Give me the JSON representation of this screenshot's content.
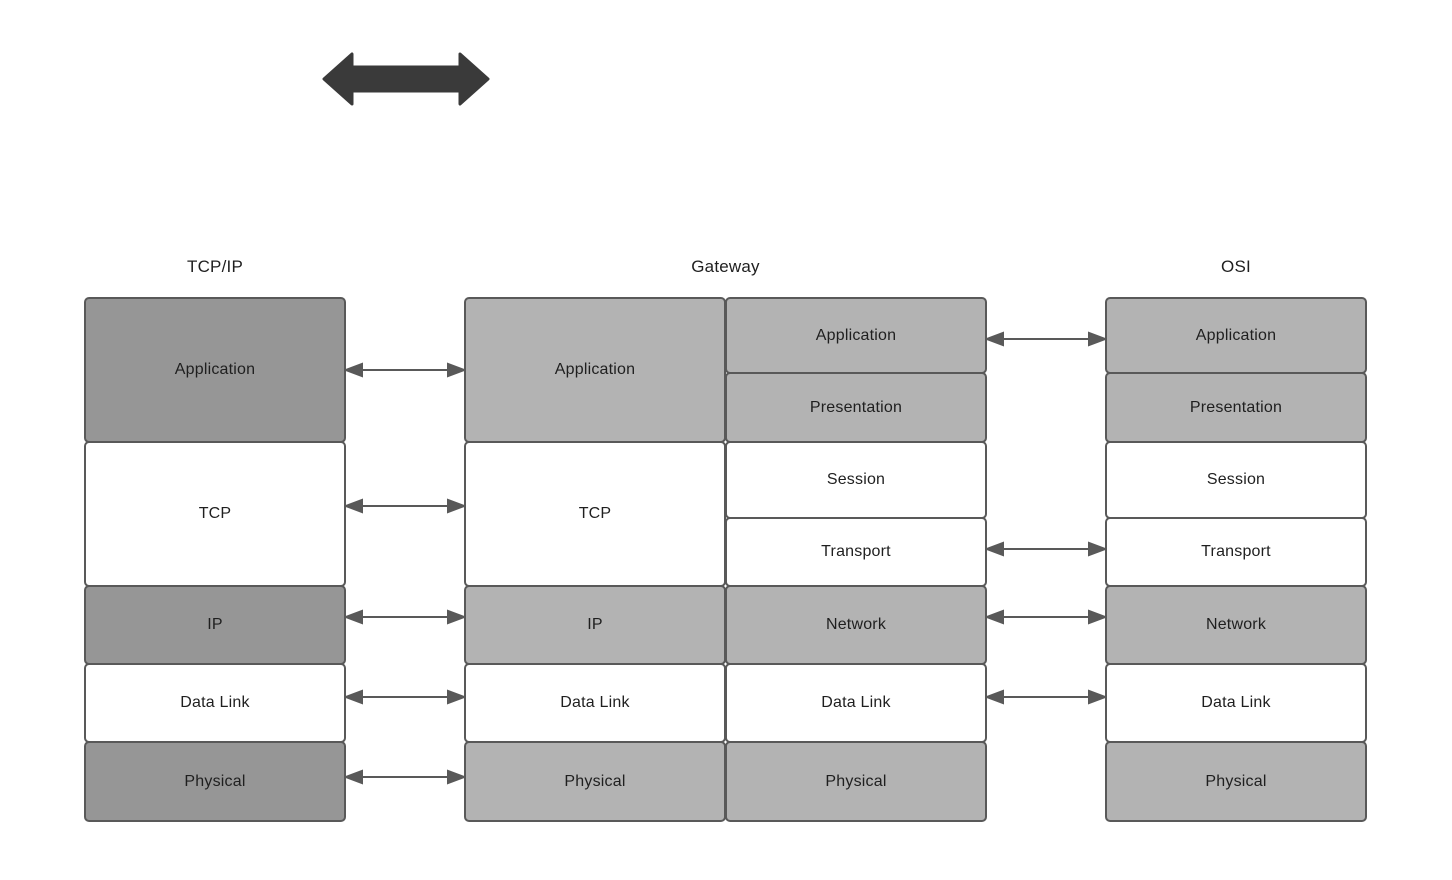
{
  "diagram": {
    "title_top_arrow": "bidirectional-arrow",
    "columns": [
      {
        "id": "tcpip",
        "heading": "TCP/IP",
        "layers": [
          {
            "label": "Application",
            "fill": "#969696"
          },
          {
            "label": "TCP",
            "fill": "#ffffff"
          },
          {
            "label": "IP",
            "fill": "#969696"
          },
          {
            "label": "Data Link",
            "fill": "#ffffff"
          },
          {
            "label": "Physical",
            "fill": "#969696"
          }
        ]
      },
      {
        "id": "gateway",
        "heading": "Gateway",
        "left_layers": [
          {
            "label": "Application",
            "fill": "#b3b3b3"
          },
          {
            "label": "TCP",
            "fill": "#ffffff"
          },
          {
            "label": "IP",
            "fill": "#b3b3b3"
          },
          {
            "label": "Data Link",
            "fill": "#ffffff"
          },
          {
            "label": "Physical",
            "fill": "#b3b3b3"
          }
        ],
        "right_layers": [
          {
            "label": "Application",
            "fill": "#b3b3b3"
          },
          {
            "label": "Presentation",
            "fill": "#b3b3b3"
          },
          {
            "label": "Session",
            "fill": "#ffffff"
          },
          {
            "label": "Transport",
            "fill": "#ffffff"
          },
          {
            "label": "Network",
            "fill": "#b3b3b3"
          },
          {
            "label": "Data Link",
            "fill": "#ffffff"
          },
          {
            "label": "Physical",
            "fill": "#b3b3b3"
          }
        ]
      },
      {
        "id": "osi",
        "heading": "OSI",
        "layers": [
          {
            "label": "Application",
            "fill": "#b3b3b3"
          },
          {
            "label": "Presentation",
            "fill": "#b3b3b3"
          },
          {
            "label": "Session",
            "fill": "#ffffff"
          },
          {
            "label": "Transport",
            "fill": "#ffffff"
          },
          {
            "label": "Network",
            "fill": "#b3b3b3"
          },
          {
            "label": "Data Link",
            "fill": "#ffffff"
          },
          {
            "label": "Physical",
            "fill": "#b3b3b3"
          }
        ]
      }
    ],
    "connectors_left": [
      "Application",
      "TCP",
      "IP",
      "Data Link",
      "Physical"
    ],
    "connectors_right": [
      "Application",
      "Transport",
      "Network",
      "Data Link"
    ],
    "colors": {
      "stroke": "#595959",
      "dark_fill": "#969696",
      "mid_fill": "#b3b3b3",
      "white_fill": "#ffffff",
      "arrow": "#3a3a3a",
      "connector": "#595959",
      "text": "#1f1f1f",
      "background": "#ffffff"
    }
  }
}
